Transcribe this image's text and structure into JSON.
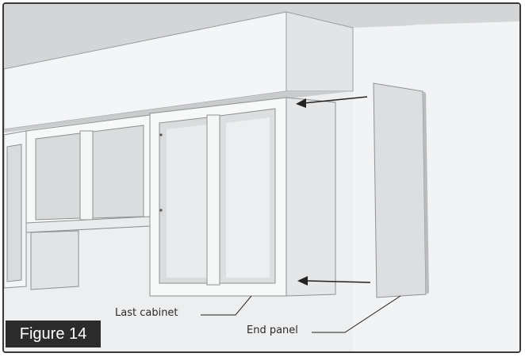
{
  "figure": {
    "label": "Figure 14",
    "callouts": {
      "last_cabinet": "Last cabinet",
      "end_panel": "End panel"
    }
  },
  "colors": {
    "frame_border": "#3a3a3a",
    "label_background": "#2b2b2b",
    "label_text": "#ffffff",
    "wall": "#eef0f1",
    "ceiling": "#d3d5d7"
  },
  "arrows": [
    "arrow-to-top-corner",
    "arrow-to-bottom-corner"
  ]
}
